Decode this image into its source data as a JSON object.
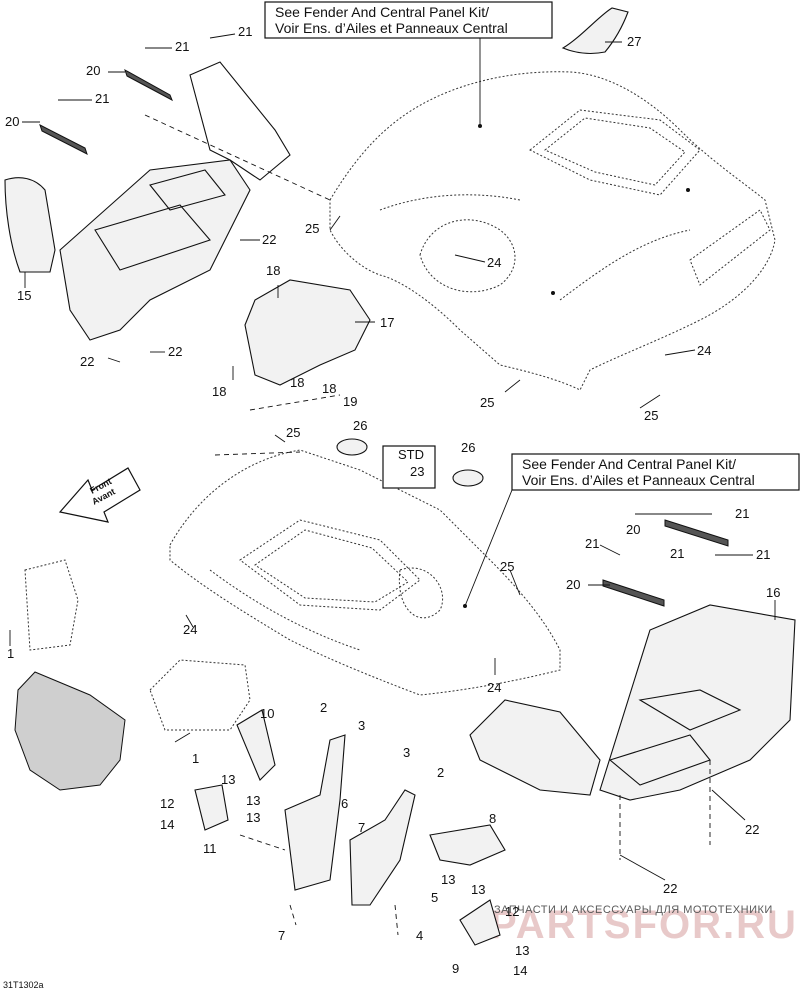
{
  "diagram": {
    "code": "31T1302a",
    "notes": {
      "top": [
        "See Fender And Central Panel Kit/",
        "Voir Ens. d’Ailes et Panneaux Central"
      ],
      "bottom": [
        "See Fender And Central Panel Kit/",
        "Voir Ens. d’Ailes et Panneaux Central"
      ],
      "std": "STD"
    },
    "front_arrow": [
      "Front",
      "Avant"
    ],
    "callouts": {
      "c21a": "21",
      "c21b": "21",
      "c21c": "21",
      "c20a": "20",
      "c20b": "20",
      "c27": "27",
      "c15": "15",
      "c22a": "22",
      "c22b": "22",
      "c22c": "22",
      "c25a": "25",
      "c24a": "24",
      "c18a": "18",
      "c17": "17",
      "c18b": "18",
      "c18c": "18",
      "c18d": "18",
      "c19": "19",
      "c24b": "24",
      "c25b": "25",
      "c25c": "25",
      "c25d": "25",
      "c26a": "26",
      "c26b": "26",
      "c23": "23",
      "c1a": "1",
      "c24c": "24",
      "c25e": "25",
      "c24d": "24",
      "c1b": "1",
      "c21d": "21",
      "c20c": "20",
      "c21e": "21",
      "c21f": "21",
      "c21g": "21",
      "c20d": "20",
      "c16": "16",
      "c10": "10",
      "c2a": "2",
      "c3a": "3",
      "c3b": "3",
      "c2b": "2",
      "c12a": "12",
      "c13a": "13",
      "c13b": "13",
      "c14a": "14",
      "c11": "11",
      "c13c": "13",
      "c6": "6",
      "c7a": "7",
      "c8": "8",
      "c13d": "13",
      "c5": "5",
      "c7b": "7",
      "c4": "4",
      "c13e": "13",
      "c12b": "12",
      "c13f": "13",
      "c9": "9",
      "c14b": "14",
      "c22d": "22",
      "c22e": "22"
    }
  },
  "watermark": {
    "tagline": "ЗАПЧАСТИ И АКСЕССУАРЫ ДЛЯ МОТОТЕХНИКИ",
    "brand": "PARTSFOR.RU"
  }
}
